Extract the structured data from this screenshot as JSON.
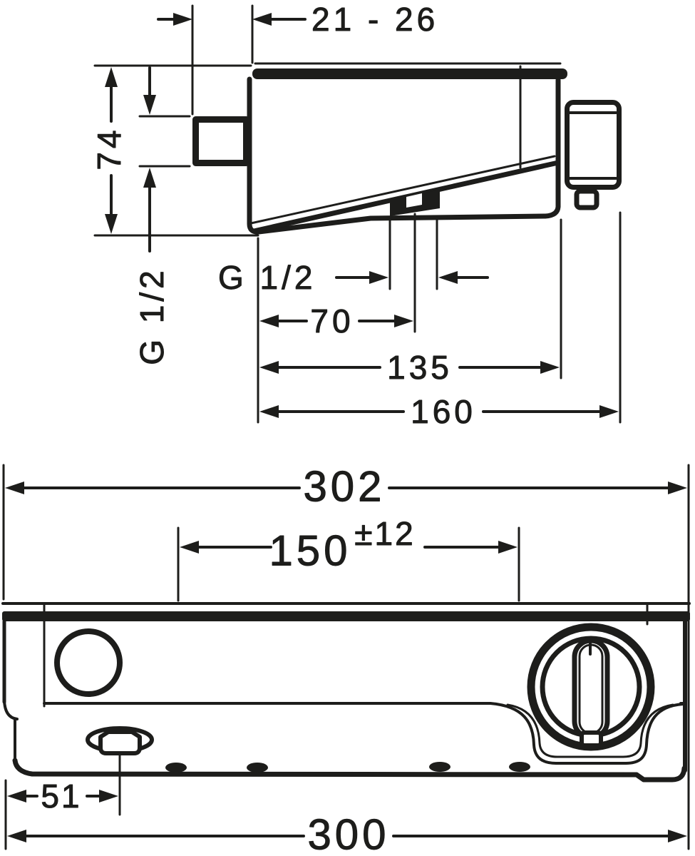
{
  "drawing": {
    "kind": "technical dimension drawing",
    "background": "#ffffff",
    "line_color": "#1d1d1b",
    "views": {
      "side_view": "side profile with wall connection",
      "front_view": "front elevation with shelf and control knob"
    }
  },
  "side_view": {
    "dims": {
      "wall_clearance": "21 - 26",
      "height": "74",
      "inlet_thread": "G 1/2",
      "outlet_thread": "G 1/2",
      "outlet_depth": "70",
      "body_depth": "135",
      "overall_depth": "160"
    }
  },
  "front_view": {
    "dims": {
      "overall_width": "302",
      "inlet_spacing": "150",
      "inlet_spacing_tolerance": "±12",
      "outlet_offset": "51",
      "body_width": "300"
    }
  }
}
